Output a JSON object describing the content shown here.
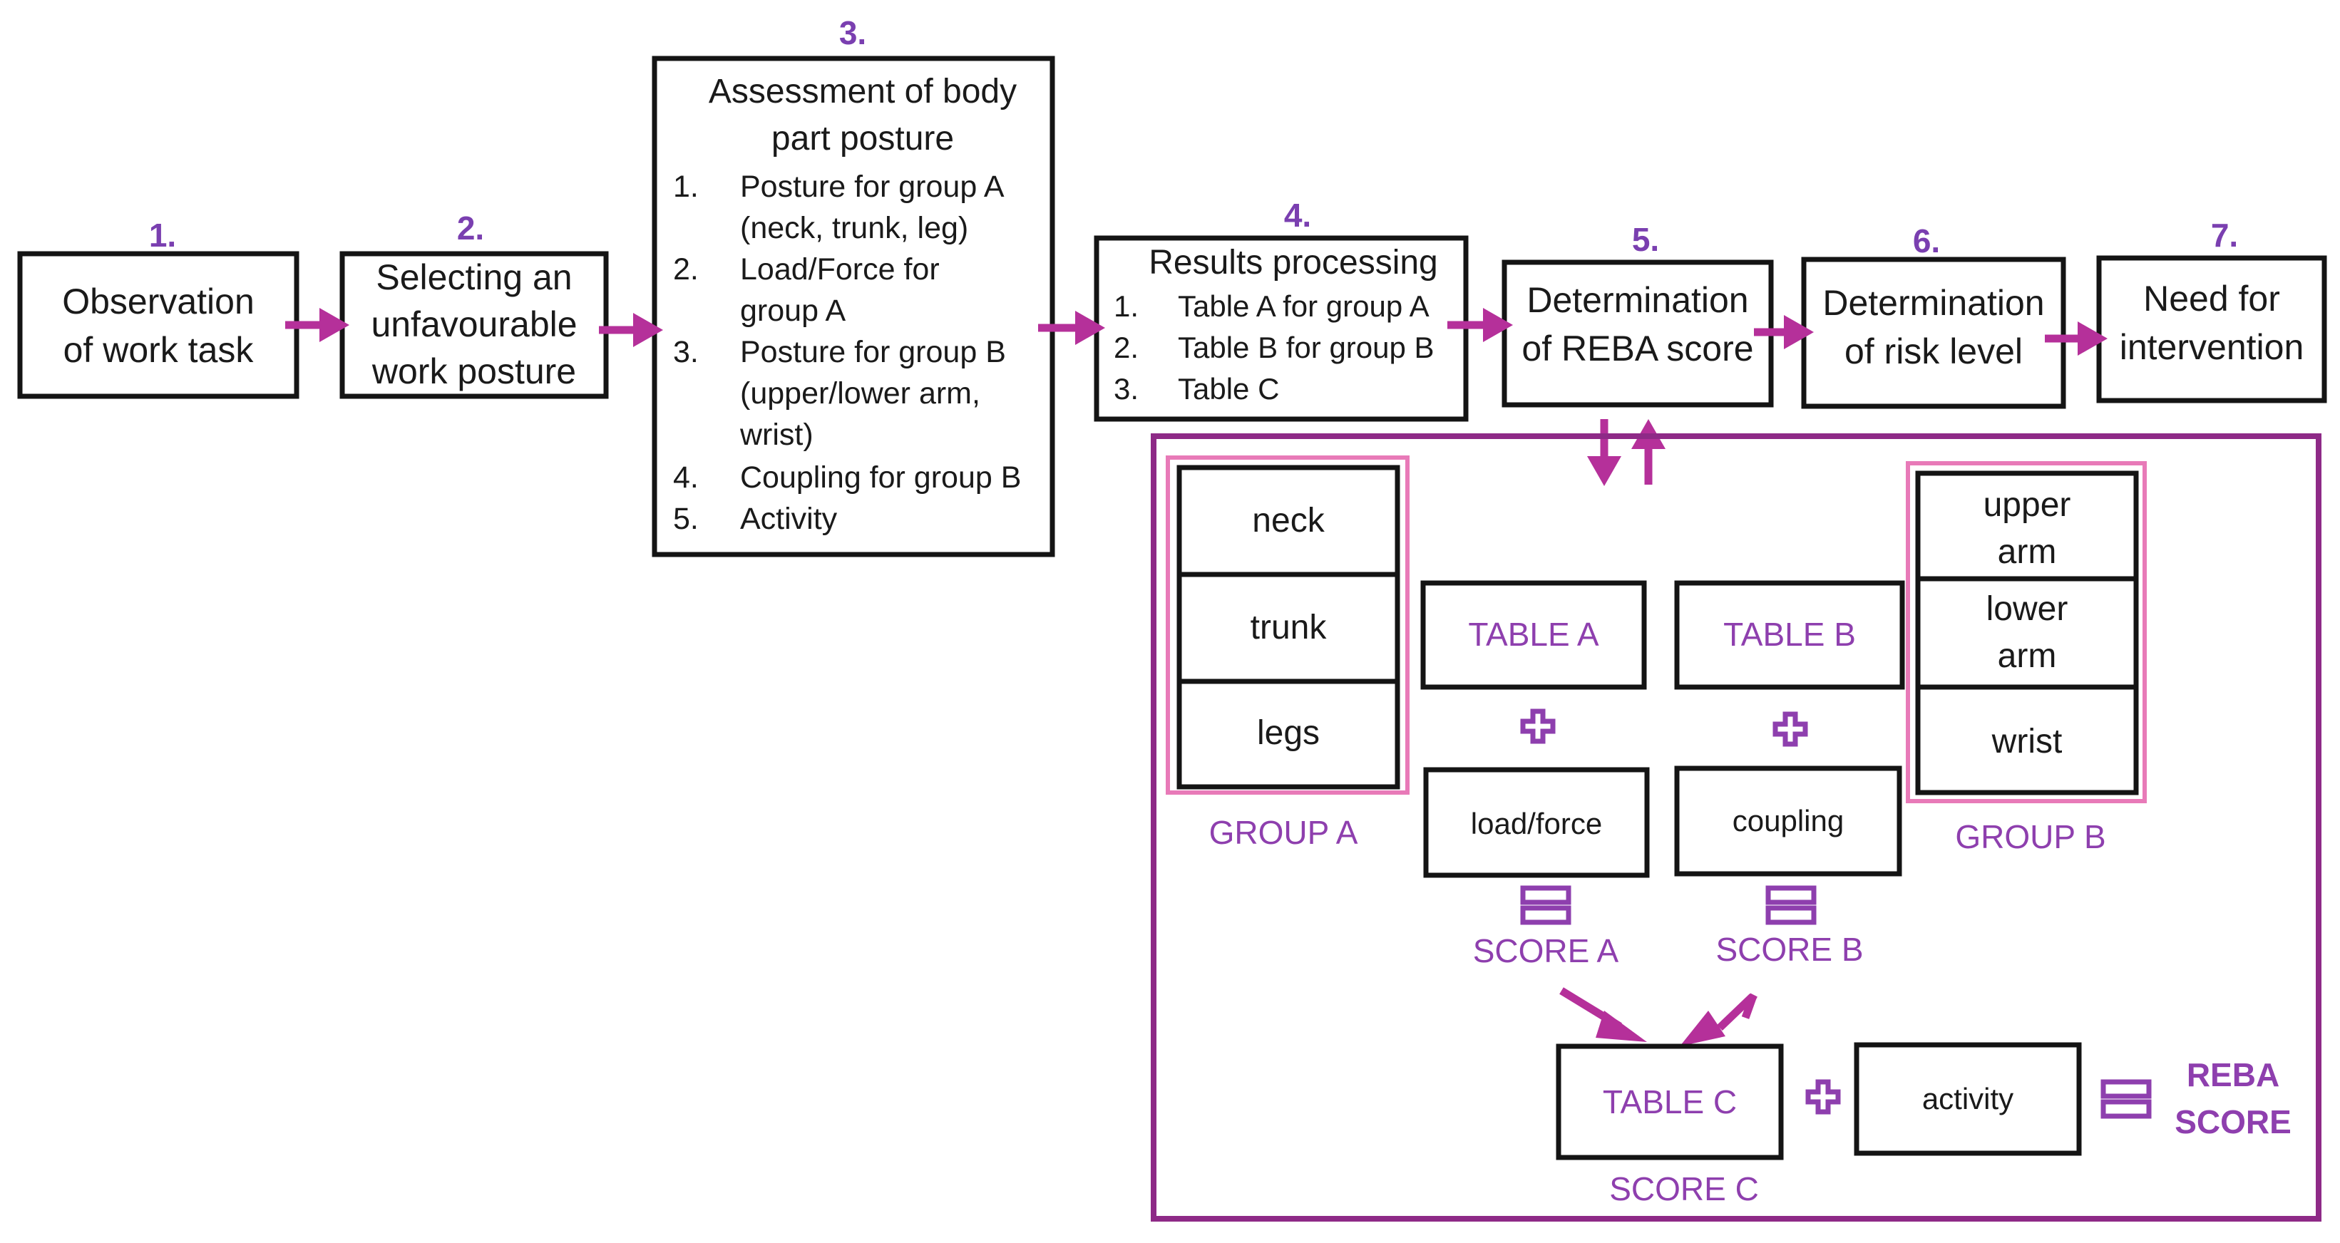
{
  "steps": [
    {
      "num": "1.",
      "lines": [
        "Observation",
        "of work task"
      ]
    },
    {
      "num": "2.",
      "lines": [
        "Selecting an",
        "unfavourable",
        "work posture"
      ]
    },
    {
      "num": "3.",
      "title": [
        "Assessment of body",
        "part posture"
      ],
      "items": [
        {
          "n": "1.",
          "lines": [
            "Posture for group A",
            "(neck, trunk, leg)"
          ]
        },
        {
          "n": "2.",
          "lines": [
            "Load/Force for",
            "group A"
          ]
        },
        {
          "n": "3.",
          "lines": [
            "Posture for group B",
            "(upper/lower arm,",
            "wrist)"
          ]
        },
        {
          "n": "4.",
          "lines": [
            "Coupling for group B"
          ]
        },
        {
          "n": "5.",
          "lines": [
            "Activity"
          ]
        }
      ]
    },
    {
      "num": "4.",
      "title": [
        "Results processing"
      ],
      "items": [
        {
          "n": "1.",
          "lines": [
            "Table A for group A"
          ]
        },
        {
          "n": "2.",
          "lines": [
            "Table B for group B"
          ]
        },
        {
          "n": "3.",
          "lines": [
            "Table C"
          ]
        }
      ]
    },
    {
      "num": "5.",
      "lines": [
        "Determination",
        "of REBA score"
      ]
    },
    {
      "num": "6.",
      "lines": [
        "Determination",
        "of risk level"
      ]
    },
    {
      "num": "7.",
      "lines": [
        "Need for",
        "intervention"
      ]
    }
  ],
  "group_a": {
    "items": [
      "neck",
      "trunk",
      "legs"
    ],
    "label": "GROUP A"
  },
  "group_b": {
    "items": [
      [
        "upper",
        "arm"
      ],
      [
        "lower",
        "arm"
      ],
      [
        "wrist"
      ]
    ],
    "label": "GROUP B"
  },
  "table_a": "TABLE A",
  "table_b": "TABLE B",
  "load_force": "load/force",
  "coupling": "coupling",
  "score_a": "SCORE A",
  "score_b": "SCORE B",
  "table_c": "TABLE C",
  "score_c": "SCORE C",
  "activity": "activity",
  "reba_score": [
    "REBA",
    "SCORE"
  ],
  "colors": {
    "accent": "#b5309a",
    "purple": "#8e3fae",
    "frame": "#8e2a87",
    "pink": "#e87ab8"
  }
}
